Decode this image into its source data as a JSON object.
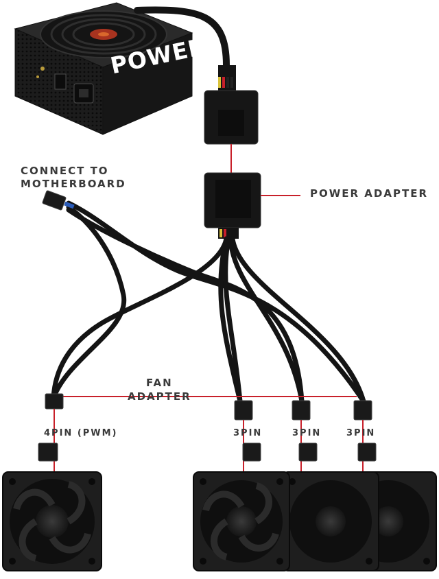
{
  "labels": {
    "connect": [
      "CONNECT TO",
      "MOTHERBOARD"
    ],
    "power_adapter": "POWER ADAPTER",
    "fan_adapter": [
      "FAN",
      "ADAPTER"
    ],
    "pins": [
      "4PIN (PWM)",
      "3PIN",
      "3PIN",
      "3PIN"
    ]
  },
  "psu": {
    "brand_text": "POWER"
  },
  "colors": {
    "cable": "#141414",
    "guide_line": "#c8202a",
    "label": "#3a3a3a",
    "psu_body": "#1b1b1b",
    "fan_body": "#1e1e1e"
  }
}
